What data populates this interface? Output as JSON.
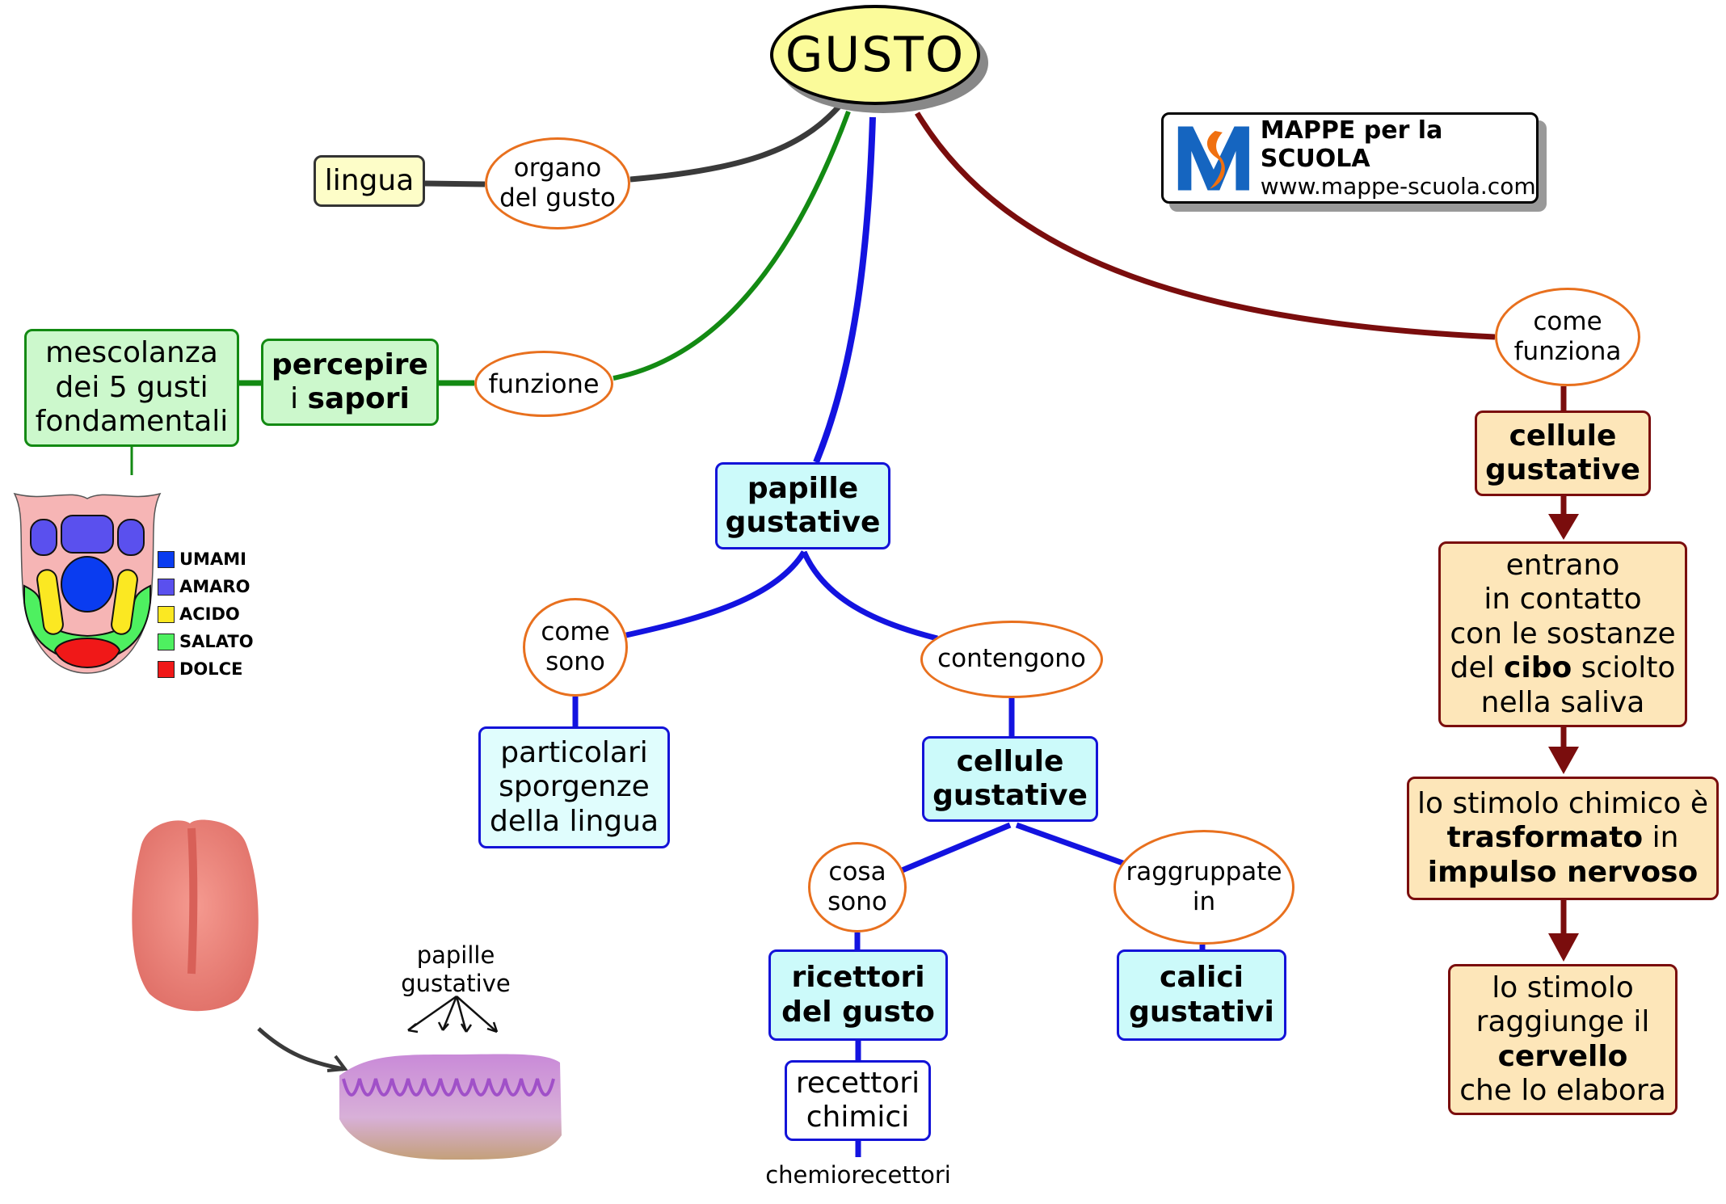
{
  "title": "GUSTO",
  "logo": {
    "line1": "MAPPE per la SCUOLA",
    "line2": "www.mappe-scuola.com",
    "colors": {
      "blue": "#1565c0",
      "orange": "#f07010"
    }
  },
  "branches": {
    "organo": {
      "link": "organo del gusto",
      "link_lines": [
        "organo",
        "del gusto"
      ],
      "node": "lingua",
      "color": "#3a3a3a"
    },
    "funzione": {
      "link": "funzione",
      "node_lines": [
        "percepire",
        "i sapori"
      ],
      "node_bold": "sapori",
      "detail_lines": [
        "mescolanza",
        "dei 5 gusti",
        "fondamentali"
      ],
      "color": "#138a13"
    },
    "papille": {
      "node_lines": [
        "papille",
        "gustative"
      ],
      "color": "#1313e0",
      "come_sono": {
        "link_lines": [
          "come",
          "sono"
        ],
        "node_lines": [
          "particolari",
          "sporgenze",
          "della lingua"
        ]
      },
      "contengono": {
        "link": "contengono",
        "node_lines": [
          "cellule",
          "gustative"
        ],
        "cosa_sono": {
          "link_lines": [
            "cosa",
            "sono"
          ],
          "node_lines": [
            "ricettori",
            "del gusto"
          ],
          "sub_lines": [
            "recettori",
            "chimici"
          ],
          "sub_label": "chemiorecettori"
        },
        "raggruppate": {
          "link_lines": [
            "raggruppate",
            "in"
          ],
          "node_lines": [
            "calici",
            "gustativi"
          ]
        }
      }
    },
    "funziona": {
      "link_lines": [
        "come",
        "funziona"
      ],
      "color": "#7a0d0d",
      "steps": [
        {
          "lines": [
            "cellule",
            "gustative"
          ]
        },
        {
          "lines": [
            "entrano",
            "in contatto",
            "con le sostanze"
          ],
          "l4a": "del ",
          "l4b": "cibo",
          "l4c": " sciolto",
          "l5": "nella saliva"
        },
        {
          "l1": "lo stimolo chimico è",
          "l2a": "trasformato",
          "l2b": " in",
          "l3": "impulso nervoso"
        },
        {
          "l1": "lo stimolo",
          "l2": "raggiunge il",
          "l3": "cervello",
          "l4": "che lo elabora"
        }
      ]
    }
  },
  "tongue_map": {
    "legend": [
      {
        "label": "UMAMI",
        "color": "#0a3cf0"
      },
      {
        "label": "AMARO",
        "color": "#5a50ee"
      },
      {
        "label": "ACIDO",
        "color": "#fbe822"
      },
      {
        "label": "SALATO",
        "color": "#4ef060"
      },
      {
        "label": "DOLCE",
        "color": "#f01818"
      }
    ]
  },
  "illustration": {
    "label_lines": [
      "papille",
      "gustative"
    ]
  }
}
